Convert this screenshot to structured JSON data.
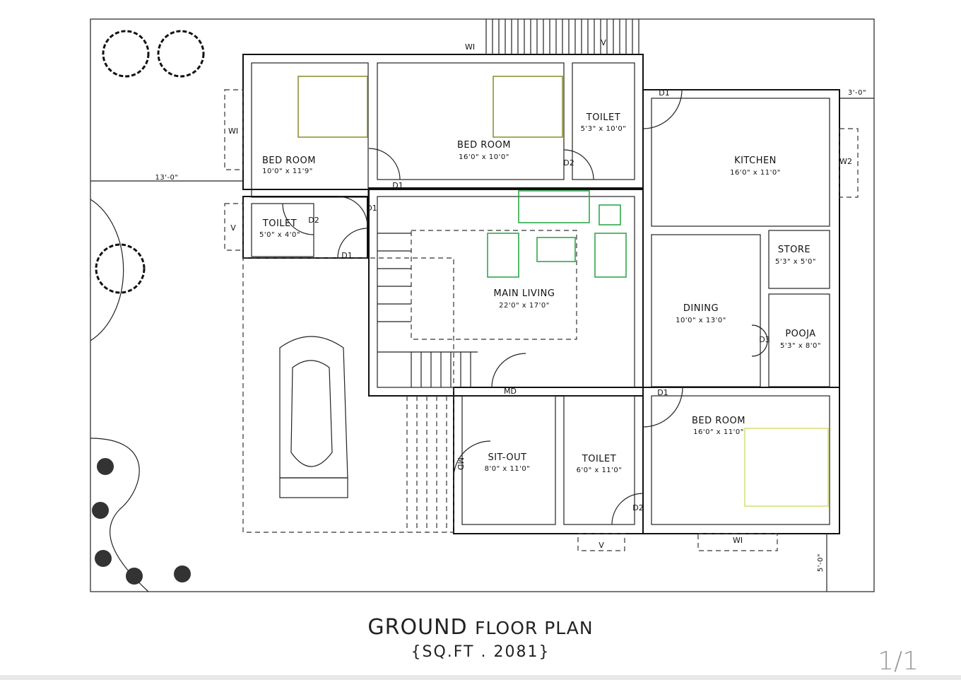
{
  "plan": {
    "title_main": "GROUND",
    "title_rest": "FLOOR PLAN",
    "area": "{SQ.FT . 2081}",
    "page_number": "1/1"
  },
  "rooms": {
    "bed1": {
      "name": "BED ROOM",
      "size": "10'0\" x 11'9\""
    },
    "bed2": {
      "name": "BED ROOM",
      "size": "16'0\" x 10'0\""
    },
    "toilet_top": {
      "name": "TOILET",
      "size": "5'3\" x 10'0\""
    },
    "kitchen": {
      "name": "KITCHEN",
      "size": "16'0\" x 11'0\""
    },
    "toilet_small": {
      "name": "TOILET",
      "size": "5'0\" x 4'0\""
    },
    "living": {
      "name": "MAIN LIVING",
      "size": "22'0\" x 17'0\""
    },
    "store": {
      "name": "STORE",
      "size": "5'3\" x 5'0\""
    },
    "dining": {
      "name": "DINING",
      "size": "10'0\" x 13'0\""
    },
    "pooja": {
      "name": "POOJA",
      "size": "5'3\" x 8'0\""
    },
    "bed3": {
      "name": "BED ROOM",
      "size": "16'0\" x 11'0\""
    },
    "sitout": {
      "name": "SIT-OUT",
      "size": "8'0\" x 11'0\""
    },
    "toilet_bottom": {
      "name": "TOILET",
      "size": "6'0\" x 11'0\""
    }
  },
  "tags": {
    "w1": "WI",
    "v": "V",
    "w2": "W2",
    "d1": "D1",
    "d2": "D2",
    "d3": "D3",
    "md": "MD"
  },
  "dimensions": {
    "left_setback": "13'-0\"",
    "right_setback": "3'-0\"",
    "bottom_setback": "5'-0\""
  },
  "colors": {
    "wall": "#111111",
    "furniture_olive": "#8a8a2a",
    "furniture_green": "#2ea84a",
    "furniture_yellow": "#d9df7a"
  }
}
